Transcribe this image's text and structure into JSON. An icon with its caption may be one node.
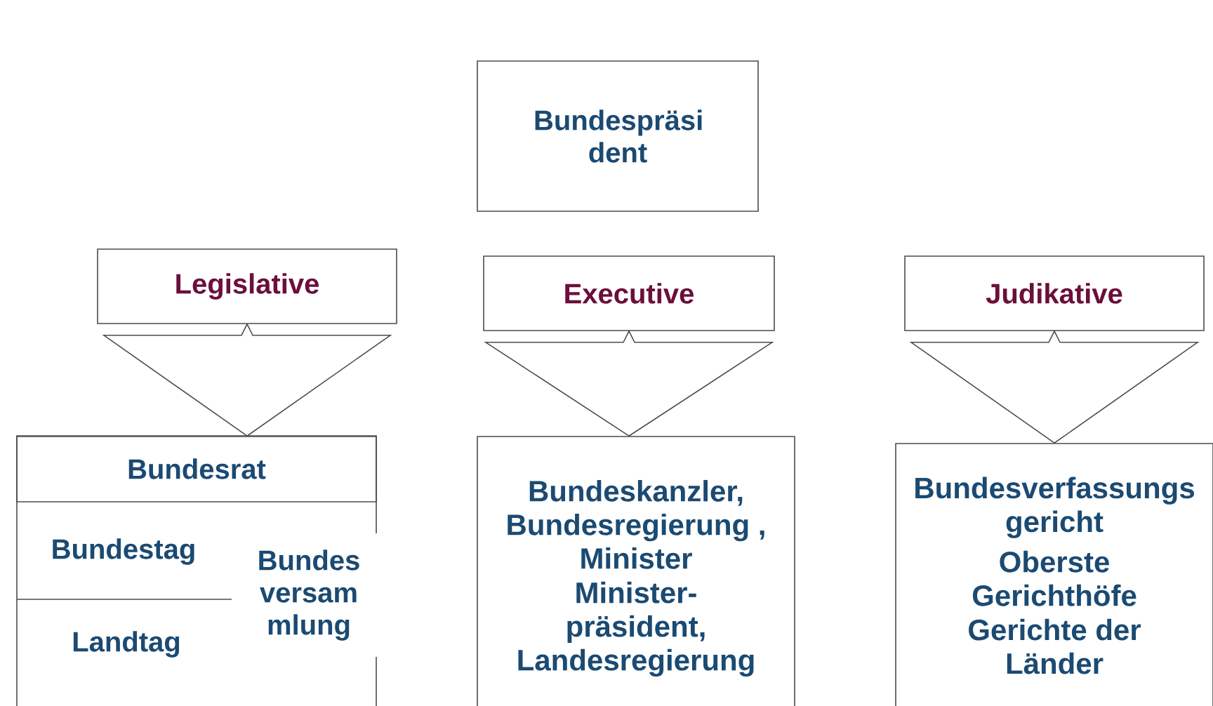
{
  "diagram": {
    "nodes": [
      {
        "text": [
          "Bundespräsi dent"
        ]
      },
      {
        "text": [
          "Legislative"
        ]
      },
      {
        "text": [
          "Executive"
        ]
      },
      {
        "text": [
          "Judikative"
        ]
      },
      {
        "text": [],
        "shape": "box"
      },
      {
        "text": [
          "Bundesrat"
        ],
        "in": 4
      },
      {
        "text": [
          "Bundestag"
        ],
        "in": 4
      },
      {
        "text": [
          "Landtag"
        ],
        "in": 4
      },
      {
        "text": [
          "Bundes versam mlung"
        ],
        "in": 4
      },
      {
        "text": [
          "Bundeskanzler, Bundesregierung , Minister",
          "Minister- präsident, Landesregierung"
        ]
      },
      {
        "text": [
          "Bundesverfassungs gericht",
          "Oberste Gerichthöfe",
          "Gerichte der Länder"
        ]
      }
    ],
    "edges": [
      {
        "from": 1,
        "to": 4,
        "arrow": "to"
      },
      {
        "from": 2,
        "to": 9,
        "arrow": "to"
      },
      {
        "from": 3,
        "to": 10,
        "arrow": "to"
      }
    ]
  }
}
